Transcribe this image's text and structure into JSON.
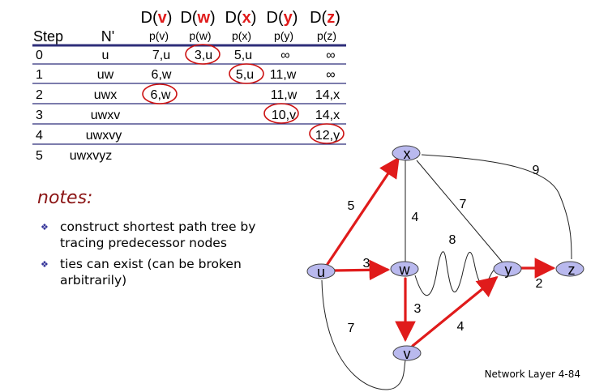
{
  "table": {
    "header_top": [
      {
        "prefix": "D(",
        "node": "v",
        "suffix": ")"
      },
      {
        "prefix": "D(",
        "node": "w",
        "suffix": ")"
      },
      {
        "prefix": "D(",
        "node": "x",
        "suffix": ")"
      },
      {
        "prefix": "D(",
        "node": "y",
        "suffix": ")"
      },
      {
        "prefix": "D(",
        "node": "z",
        "suffix": ")"
      }
    ],
    "col_step": "Step",
    "col_nprime": "N'",
    "col_sub": [
      "p(v)",
      "p(w)",
      "p(x)",
      "p(y)",
      "p(z)"
    ],
    "rows": [
      {
        "step": "0",
        "nprime": "u",
        "cells": [
          "7,u",
          "3,u",
          "5,u",
          "∞",
          "∞"
        ]
      },
      {
        "step": "1",
        "nprime": "uw",
        "cells": [
          "6,w",
          "",
          "5,u",
          "11,w",
          "∞"
        ]
      },
      {
        "step": "2",
        "nprime": "uwx",
        "cells": [
          "6,w",
          "",
          "",
          "11,w",
          "14,x"
        ]
      },
      {
        "step": "3",
        "nprime": "uwxv",
        "cells": [
          "",
          "",
          "",
          "10,v",
          "14,x"
        ]
      },
      {
        "step": "4",
        "nprime": "uwxvy",
        "cells": [
          "",
          "",
          "",
          "",
          "12,y"
        ]
      },
      {
        "step": "5",
        "nprime": "uwxvyz",
        "cells": [
          "",
          "",
          "",
          "",
          ""
        ]
      }
    ]
  },
  "notes": {
    "title": "notes:",
    "items": [
      "construct shortest path tree by tracing predecessor nodes",
      "ties can exist (can be broken arbitrarily)"
    ]
  },
  "graph": {
    "nodes": {
      "u": "u",
      "w": "w",
      "x": "x",
      "v": "v",
      "y": "y",
      "z": "z"
    },
    "edge_weights": {
      "ux": "5",
      "uw": "3",
      "uv": "7",
      "xw": "4",
      "xy": "7",
      "xz": "9",
      "wy": "8",
      "wv": "3",
      "vy": "4",
      "yz": "2"
    }
  },
  "footer": "Network Layer  4-84",
  "colors": {
    "accent_red": "#e01b1b",
    "circle_red": "#cc1111",
    "rule_navy": "#2e2e7a",
    "node_fill": "#b9b9ee",
    "notes_title": "#8b1414"
  }
}
